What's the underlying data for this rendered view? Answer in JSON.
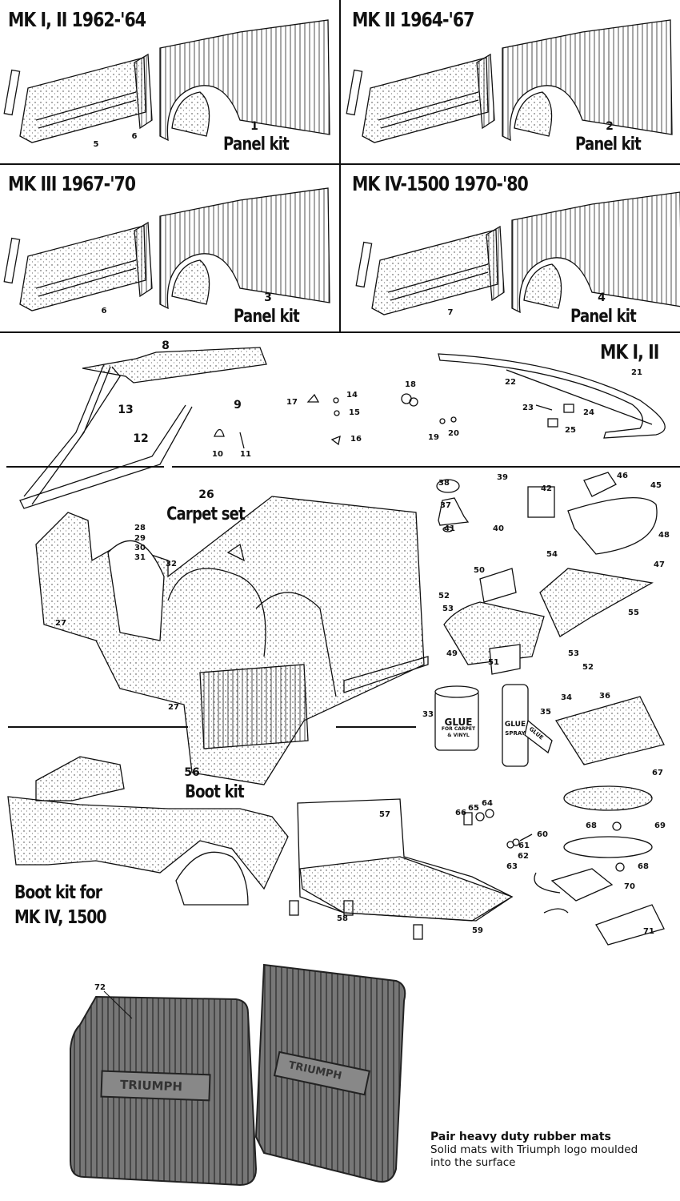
{
  "sections": {
    "mk12": {
      "title": "MK I, II 1962-'64",
      "kit_number": "1",
      "kit_label": "Panel kit"
    },
    "mk2": {
      "title": "MK II 1964-'67",
      "kit_number": "2",
      "kit_label": "Panel kit"
    },
    "mk3": {
      "title": "MK III 1967-'70",
      "kit_number": "3",
      "kit_label": "Panel kit"
    },
    "mk4": {
      "title": "MK IV-1500 1970-'80",
      "kit_number": "4",
      "kit_label": "Panel kit"
    },
    "hood": {
      "title": "MK I, II"
    },
    "carpet": {
      "kit_number": "26",
      "kit_label": "Carpet set"
    },
    "boot": {
      "kit_number": "56",
      "kit_label": "Boot kit",
      "note_line1": "Boot kit for",
      "note_line2": "MK IV, 1500"
    }
  },
  "callouts": [
    "5",
    "6",
    "6",
    "7",
    "8",
    "13",
    "9",
    "12",
    "10",
    "11",
    "17",
    "14",
    "15",
    "16",
    "18",
    "19",
    "20",
    "22",
    "21",
    "23",
    "24",
    "25",
    "28",
    "29",
    "30",
    "31",
    "32",
    "27",
    "27",
    "38",
    "39",
    "37",
    "41",
    "40",
    "42",
    "46",
    "45",
    "48",
    "47",
    "54",
    "50",
    "52",
    "53",
    "55",
    "49",
    "51",
    "53",
    "52",
    "34",
    "35",
    "33",
    "36",
    "57",
    "67",
    "66",
    "65",
    "64",
    "60",
    "61",
    "62",
    "63",
    "68",
    "69",
    "68",
    "70",
    "71",
    "58",
    "59",
    "72"
  ],
  "glue_tin": {
    "line1": "GLUE",
    "line2": "FOR CARPET",
    "line3": "& VINYL"
  },
  "glue_spray": {
    "line1": "GLUE",
    "line2": "SPRAY"
  },
  "glue_tube": "GLUE",
  "mat_logo": "TRIUMPH",
  "mats_caption": {
    "title": "Pair heavy duty rubber mats",
    "line1": "Solid mats with Triumph logo moulded",
    "line2": "into the surface"
  }
}
